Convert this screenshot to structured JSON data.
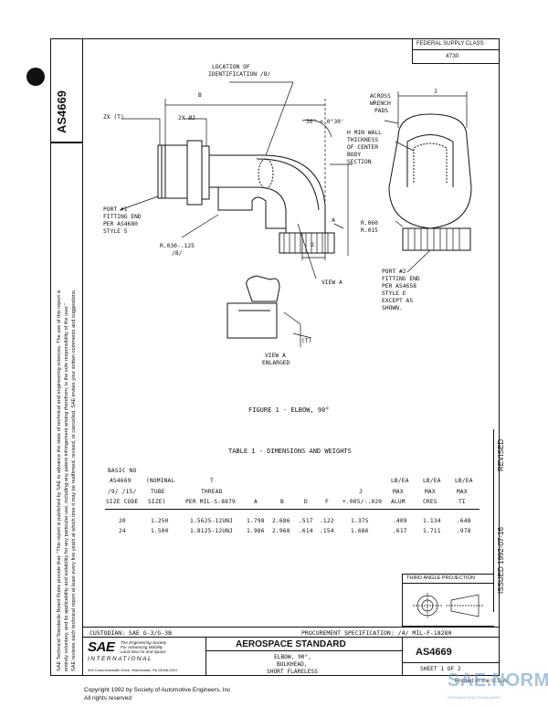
{
  "doc_number": "AS4669",
  "side_note_1": "SAE Technical Standards Board Rules provide that: \"This report is published by SAE to advance the state of technical and engineering sciences. The use of this report is",
  "side_note_2": "entirely voluntary, and its applicability and suitability for any particular use, including any patent infringement arising therefrom, is the sole responsibility of the user.\"",
  "side_note_3": "SAE reviews each technical report at least every five years at which time it may be reaffirmed, revised, or cancelled. SAE invites your written comments and suggestions.",
  "federal_supply_class_label": "FEDERAL SUPPLY CLASS",
  "federal_supply_class_value": "4730",
  "drawing": {
    "labels": {
      "loc_id": "LOCATION OF",
      "loc_id2": "IDENTIFICATION /8/",
      "dim_b": "B",
      "dim_zx_ta": "ZX (T)",
      "dim_zx_j": "2X ØJ",
      "angle": "30° ± 0°30'",
      "across1": "ACROSS",
      "across2": "WRENCH",
      "across3": "PADS",
      "dim_j": "J",
      "hmin1": "H MIN WALL",
      "hmin2": "THICKNESS",
      "hmin3": "OF CENTER",
      "hmin4": "BODY",
      "hmin5": "SECTION",
      "port1a": "PORT #1",
      "port1b": "FITTING END",
      "port1c": "PER AS4680",
      "port1d": "STYLE 5",
      "dim_a": "A",
      "r_small1": "R.060",
      "r_small2": "R.015",
      "r_big1": "R.030-.125",
      "r_big2": "/8/",
      "dim_d": "D",
      "view_a": "VIEW A",
      "port2a": "PORT #2",
      "port2b": "FITTING END",
      "port2c": "PER AS4658",
      "port2d": "STYLE E",
      "port2e": "EXCEPT AS",
      "port2f": "SHOWN.",
      "dim_t": "(T)",
      "view_a_enl1": "VIEW A",
      "view_a_enl2": "ENLARGED"
    }
  },
  "figure_caption": "FIGURE 1 - ELBOW, 90°",
  "table_caption": "TABLE 1 - DIMENSIONS AND WEIGHTS",
  "table": {
    "header_rows": [
      [
        "BASIC NO",
        "",
        "",
        "",
        "",
        "",
        "",
        "",
        "",
        "",
        ""
      ],
      [
        "AS4669",
        "(NOMINAL",
        "T",
        "",
        "",
        "",
        "",
        "",
        "LB/EA",
        "LB/EA",
        "LB/EA"
      ],
      [
        "/9/ /15/",
        "TUBE",
        "THREAD",
        "",
        "",
        "",
        "",
        "J",
        "MAX",
        "MAX",
        "MAX"
      ],
      [
        "SIZE CODE",
        "SIZE)",
        "PER MIL-S-8879",
        "A",
        "B",
        "D",
        "F",
        "+.005/-.020",
        "ALUM",
        "CRES",
        "TI"
      ]
    ],
    "rows": [
      [
        "20",
        "1.250",
        "1.5625-12UNJ",
        "1.798",
        "2.686",
        ".517",
        ".122",
        "1.375",
        ".409",
        "1.134",
        ".648"
      ],
      [
        "24",
        "1.500",
        "1.8125-12UNJ",
        "1.986",
        "2.968",
        ".614",
        ".154",
        "1.686",
        ".617",
        "1.711",
        ".978"
      ]
    ]
  },
  "revised_label": "REVISED",
  "issued_label": "ISSUED 1992-07-16",
  "third_angle": "THIRD ANGLE PROJECTION",
  "custodian": "CUSTODIAN:  SAE G-3/G-3B",
  "procurement": "PROCUREMENT SPECIFICATION:   /4/  MIL-F-18280",
  "sae_logo": "SAE",
  "sae_tag1": "The Engineering Society",
  "sae_tag2": "For Advancing Mobility",
  "sae_tag3": "Land Sea Air and Space",
  "sae_international": "INTERNATIONAL",
  "sae_address": "400 Commonwealth Drive, Warrendale, PA 15096-0001",
  "title_block_heading": "AEROSPACE STANDARD",
  "title_line1": "ELBOW, 90°,",
  "title_line2": "BULKHEAD,",
  "title_line3": "SHORT FLARELESS",
  "sheet": "SHEET 1 OF 2",
  "printed": "Printed in the U.S.A.",
  "copyright1": "Copyright  1992  by Society of Automotive Engineers, Inc",
  "copyright2": "All rights reserved",
  "watermark": "SAE.NORM",
  "watermark_sub": "INTERNATIONAL STANDARDS"
}
